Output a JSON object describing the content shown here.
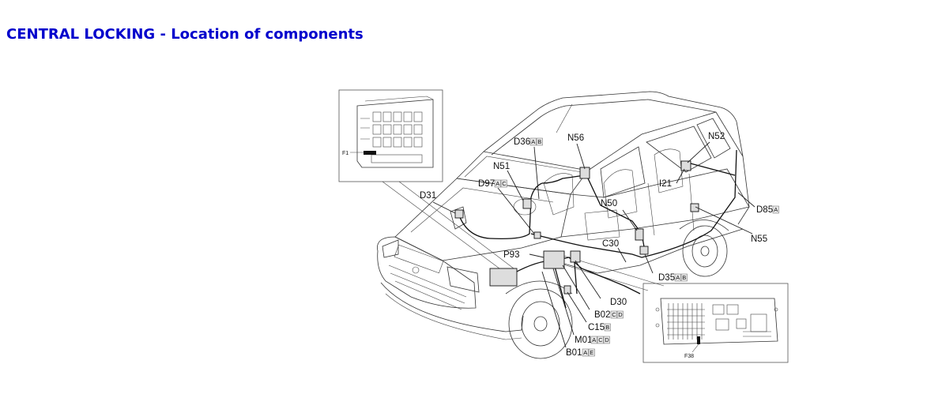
{
  "title": "CENTRAL LOCKING - Location of components",
  "colors": {
    "title": "#0000cc",
    "lines": "#222222"
  },
  "inset_fuse_box": {
    "fuse_label": "F1"
  },
  "inset_body_computer": {
    "fuse_label": "F38"
  },
  "callouts": [
    {
      "id": "D36",
      "codes": [
        "A",
        "B"
      ]
    },
    {
      "id": "N56",
      "codes": []
    },
    {
      "id": "N52",
      "codes": []
    },
    {
      "id": "N51",
      "codes": []
    },
    {
      "id": "D97",
      "codes": [
        "A",
        "C"
      ]
    },
    {
      "id": "D31",
      "codes": []
    },
    {
      "id": "I21",
      "codes": []
    },
    {
      "id": "D85",
      "codes": [
        "A"
      ]
    },
    {
      "id": "N50",
      "codes": []
    },
    {
      "id": "N55",
      "codes": []
    },
    {
      "id": "C30",
      "codes": []
    },
    {
      "id": "P93",
      "codes": []
    },
    {
      "id": "D35",
      "codes": [
        "A",
        "B"
      ]
    },
    {
      "id": "D30",
      "codes": []
    },
    {
      "id": "B02",
      "codes": [
        "C",
        "D"
      ]
    },
    {
      "id": "C15",
      "codes": [
        "B"
      ]
    },
    {
      "id": "M01",
      "codes": [
        "A",
        "C",
        "D"
      ]
    },
    {
      "id": "B01",
      "codes": [
        "A",
        "E"
      ]
    }
  ]
}
